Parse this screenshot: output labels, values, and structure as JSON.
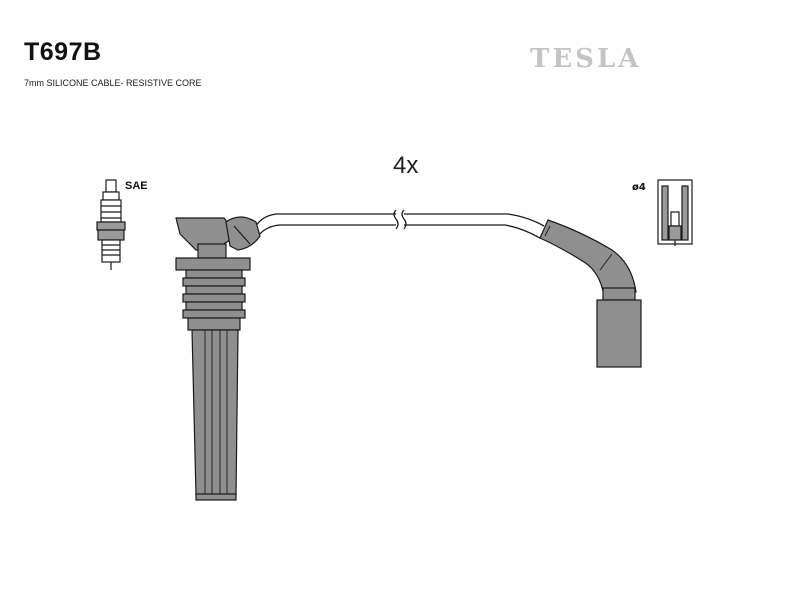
{
  "product": {
    "code": "T697B",
    "description": "7mm SILICONE CABLE- RESISTIVE CORE",
    "brand": "TESLA"
  },
  "labels": {
    "quantity": "4x",
    "plug_type": "SAE",
    "terminal_size": "ø4"
  },
  "colors": {
    "part_fill": "#8f8f8f",
    "outline": "#1a1a1a",
    "brand_gray": "#c4c4c4"
  }
}
